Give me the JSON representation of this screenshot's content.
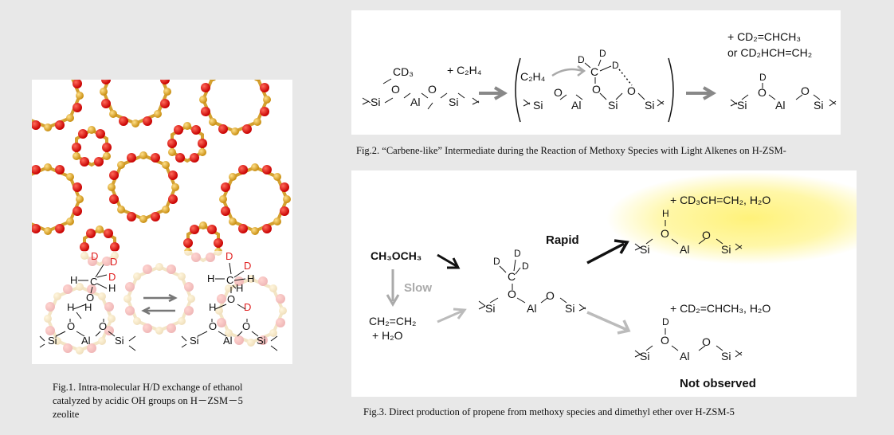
{
  "fig1": {
    "caption_line1": "Fig.1. Intra-molecular H/D exchange of ethanol",
    "caption_line2": "catalyzed by acidic OH groups on H－ZSM－5",
    "caption_line3": "zeolite",
    "atoms": {
      "D": "D",
      "H": "H",
      "C": "C",
      "O": "O",
      "Si": "Si",
      "Al": "Al"
    },
    "colors": {
      "oxygen": "#e01010",
      "silicon": "#e8b030",
      "deuterium": "#e02020"
    }
  },
  "fig2": {
    "caption": "Fig.2. “Carbene-like” Intermediate during the Reaction of Methoxy Species with Light Alkenes on H-ZSM-",
    "cd3": "CD₃",
    "plus_c2h4": "+ C₂H₄",
    "c2h4": "C₂H₄",
    "product_line1": "+  CD₂=CHCH₃",
    "product_line2": "or CD₂HCH=CH₂",
    "atoms": {
      "D": "D",
      "C": "C",
      "O": "O",
      "Si": "Si",
      "Al": "Al"
    }
  },
  "fig3": {
    "caption": "Fig.3. Direct production of propene from methoxy species and dimethyl ether over H-ZSM-5",
    "dme": "CH₃OCH₃",
    "slow": "Slow",
    "ethene": "CH₂=CH₂",
    "water": "+ H₂O",
    "rapid": "Rapid",
    "top_product": "+  CD₃CH=CH₂, H₂O",
    "bottom_product": "+  CD₂=CHCH₃, H₂O",
    "not_observed": "Not observed",
    "atoms": {
      "D": "D",
      "H": "H",
      "C": "C",
      "O": "O",
      "Si": "Si",
      "Al": "Al"
    },
    "colors": {
      "highlight": "#fff27a"
    }
  }
}
